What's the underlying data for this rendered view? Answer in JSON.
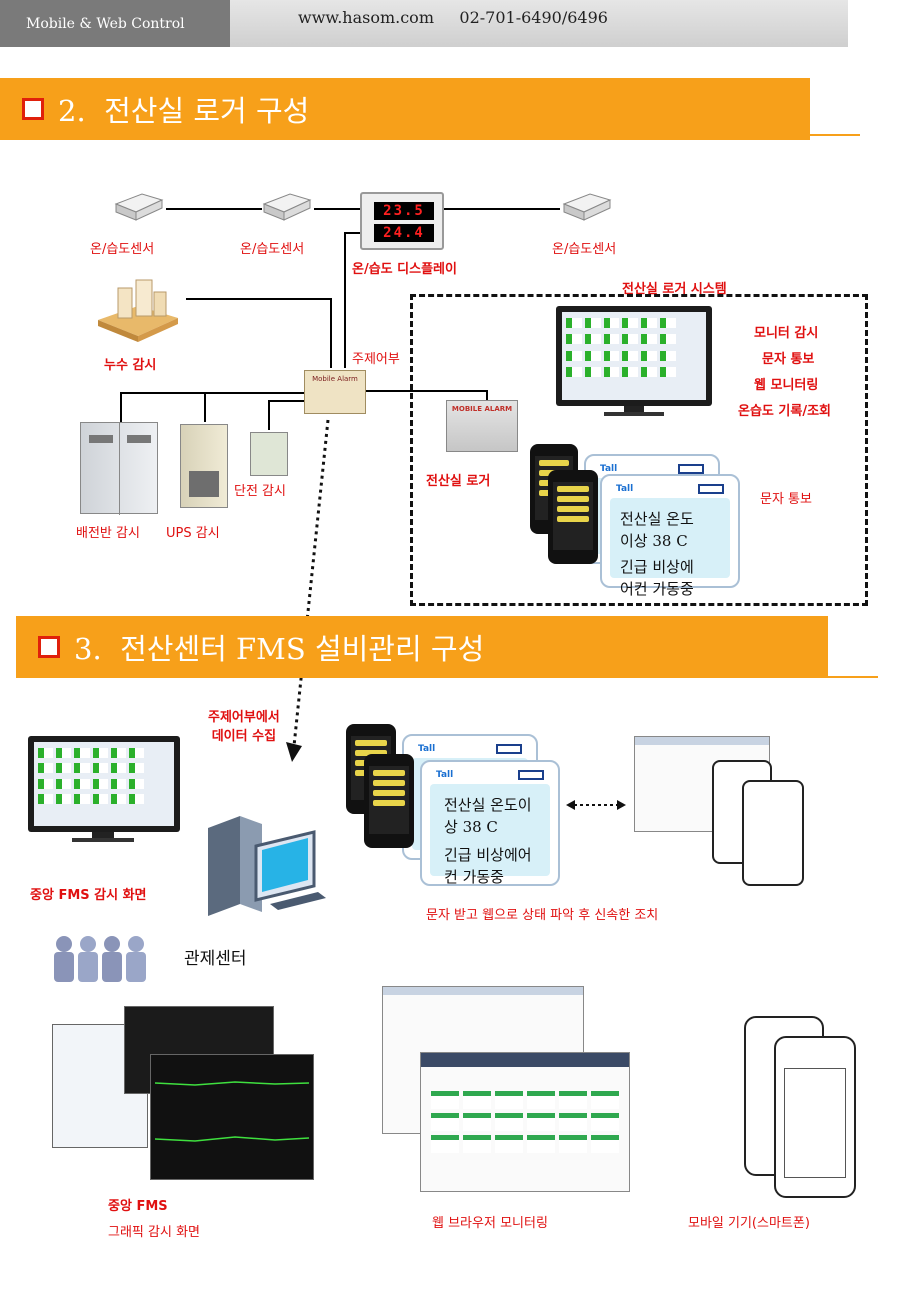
{
  "header": {
    "left_text": "Mobile & Web Control",
    "right_text": "www.hasom.com     02-701-6490/6496"
  },
  "section2": {
    "title": "2.  전산실 로거 구성",
    "sensor_label_1": "온/습도센서",
    "sensor_label_2": "온/습도센서",
    "sensor_label_3": "온/습도센서",
    "display_label": "온/습도 디스플레이",
    "display_value_1": "23.5",
    "display_value_2": "24.4",
    "leak_label": "누수 감시",
    "main_alarm_label": "주제어부",
    "main_alarm_device_text": "Mobile Alarm",
    "panel_label": "배전반 감시",
    "ups_label": "UPS 감시",
    "power_label": "단전 감시",
    "system_title": "전산실 로거 시스템",
    "features": [
      "모니터 감시",
      "문자 통보",
      "웹 모니터링",
      "온습도 기록/조회"
    ],
    "logger_label": "전산실 로거",
    "logger_device_text": "MOBILE ALARM",
    "sms_notice_label": "문자 통보",
    "sms_text_line1": "전산실 온도",
    "sms_text_line2": "이상 38 C",
    "sms_text_line3": "긴급 비상에",
    "sms_text_line4": "어컨 가동중"
  },
  "section3": {
    "title": "3.  전산센터 FMS 설비관리 구성",
    "collect_label_1": "주제어부에서",
    "collect_label_2": "데이터 수집",
    "central_fms_label": "중앙 FMS 감시 화면",
    "control_center_label": "관제센터",
    "sms_text_line1": "전산실 온도이",
    "sms_text_line2": "상 38 C",
    "sms_text_line3": "긴급 비상에어",
    "sms_text_line4": "컨 가동중",
    "sms_action_label": "문자  받고 웹으로 상태 파악 후 신속한 조치",
    "graphic_label_1": "중앙 FMS",
    "graphic_label_2": "그래픽 감시  화면",
    "web_label": "웹 브라우저 모니터링",
    "mobile_label": "모바일 기기(스마트폰)"
  },
  "colors": {
    "banner": "#f7a01a",
    "alert_text": "#e01010",
    "header_dark": "#7a7a7a"
  }
}
